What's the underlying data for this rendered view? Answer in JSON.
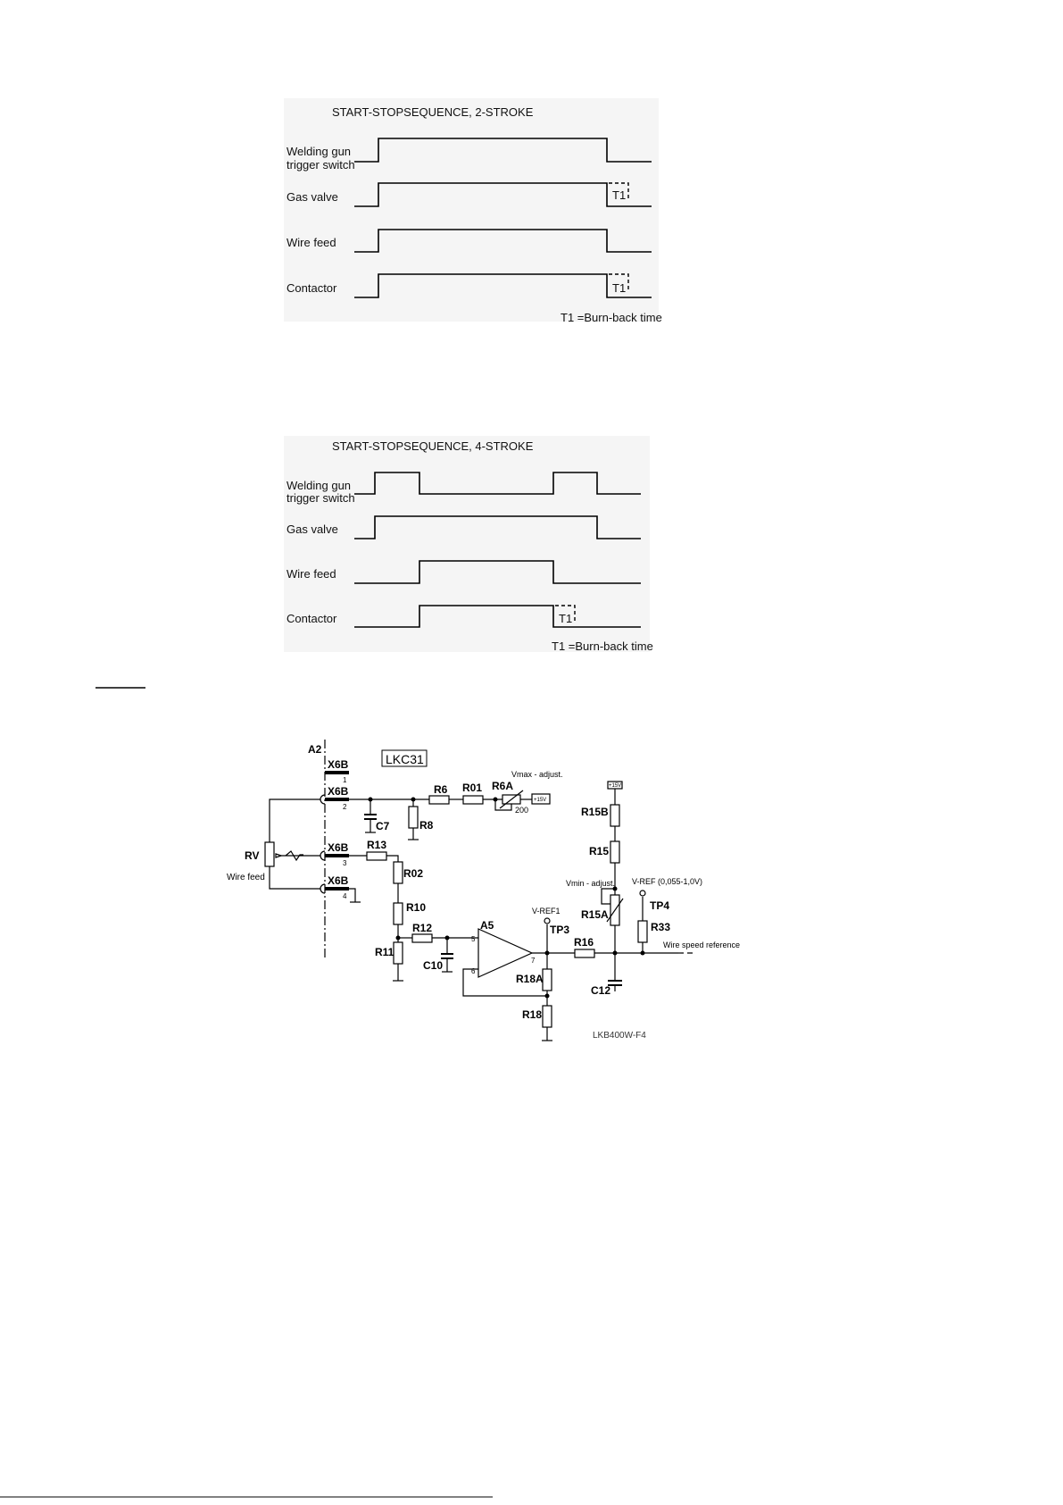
{
  "timing_2stroke": {
    "title": "START-STOPSEQUENCE, 2-STROKE",
    "rows": [
      {
        "label_1": "Welding gun",
        "label_2": "trigger switch"
      },
      {
        "label_1": "Gas valve",
        "label_2": "",
        "marker": "T1"
      },
      {
        "label_1": "Wire feed",
        "label_2": ""
      },
      {
        "label_1": "Contactor",
        "label_2": "",
        "marker": "T1"
      }
    ],
    "note": "T1 =Burn-back time"
  },
  "timing_4stroke": {
    "title": "START-STOPSEQUENCE, 4-STROKE",
    "rows": [
      {
        "label_1": "Welding gun",
        "label_2": "trigger switch"
      },
      {
        "label_1": "Gas valve",
        "label_2": ""
      },
      {
        "label_1": "Wire feed",
        "label_2": ""
      },
      {
        "label_1": "Contactor",
        "label_2": "",
        "marker": "T1"
      }
    ],
    "note": "T1 =Burn-back time"
  },
  "schematic": {
    "board": "A2",
    "board_box": "LKC31",
    "connector": "X6B",
    "pins": [
      "1",
      "2",
      "3",
      "4"
    ],
    "potentiometer": "RV",
    "pot_label": "Wire feed",
    "components": {
      "c7": "C7",
      "r8": "R8",
      "r6": "R6",
      "r01": "R01",
      "r6a": "R6A",
      "r6a_value": "200",
      "vmax": "Vmax - adjust.",
      "plus15": "+15V",
      "r13": "R13",
      "r02": "R02",
      "r10": "R10",
      "r11": "R11",
      "r12": "R12",
      "c10": "C10",
      "a5": "A5",
      "pin5": "5",
      "pin6": "6",
      "pin7": "7",
      "vref1": "V-REF1",
      "tp3": "TP3",
      "r18a": "R18A",
      "r18": "R18",
      "r16": "R16",
      "c12": "C12",
      "r15b": "R15B",
      "r15": "R15",
      "vmin": "Vmin - adjust.",
      "r15a": "R15A",
      "vref": "V-REF (0,055-1,0V)",
      "tp4": "TP4",
      "r33": "R33",
      "wire_speed": "Wire speed reference",
      "plus15b": "+15V"
    },
    "drawing_id": "LKB400W-F4"
  }
}
